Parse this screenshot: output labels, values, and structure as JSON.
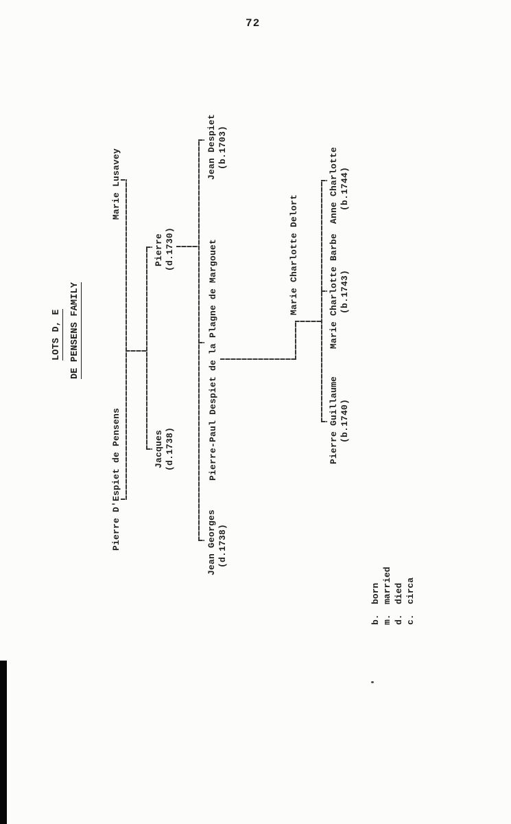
{
  "page_number": "72",
  "title": {
    "lots": "LOTS D, E",
    "family": "DE PENSENS FAMILY"
  },
  "tree": {
    "gen1": {
      "father": {
        "name": "Pierre D'Espiet de Pensens"
      },
      "mother": {
        "name": "Marie Lusavey"
      }
    },
    "gen2": {
      "jacques": {
        "name": "Jacques",
        "detail": "(d.1738)"
      },
      "pierre": {
        "name": "Pierre",
        "detail": "(d.1730)"
      }
    },
    "gen3": {
      "jean_georges": {
        "name": "Jean Georges",
        "detail": "(d.1738)"
      },
      "pierre_paul": {
        "name": "Pierre-Paul Despiet de la Plagne de Margouet"
      },
      "jean_despiet": {
        "name": "Jean Despiet",
        "detail": "(b.1703)"
      },
      "spouse": {
        "name": "Marie Charlotte Delort"
      }
    },
    "gen4": {
      "pierre_guillaume": {
        "name": "Pierre Guillaume",
        "detail": "(b.1740)"
      },
      "marie_charlotte_barbe": {
        "name": "Marie Charlotte Barbe",
        "detail": "(b.1743)"
      },
      "anne_charlotte": {
        "name": "Anne Charlotte",
        "detail": "(b.1744)"
      }
    }
  },
  "legend": [
    {
      "abbr": "b.",
      "term": "born"
    },
    {
      "abbr": "m.",
      "term": "married"
    },
    {
      "abbr": "d.",
      "term": "died"
    },
    {
      "abbr": "c.",
      "term": "circa"
    }
  ]
}
